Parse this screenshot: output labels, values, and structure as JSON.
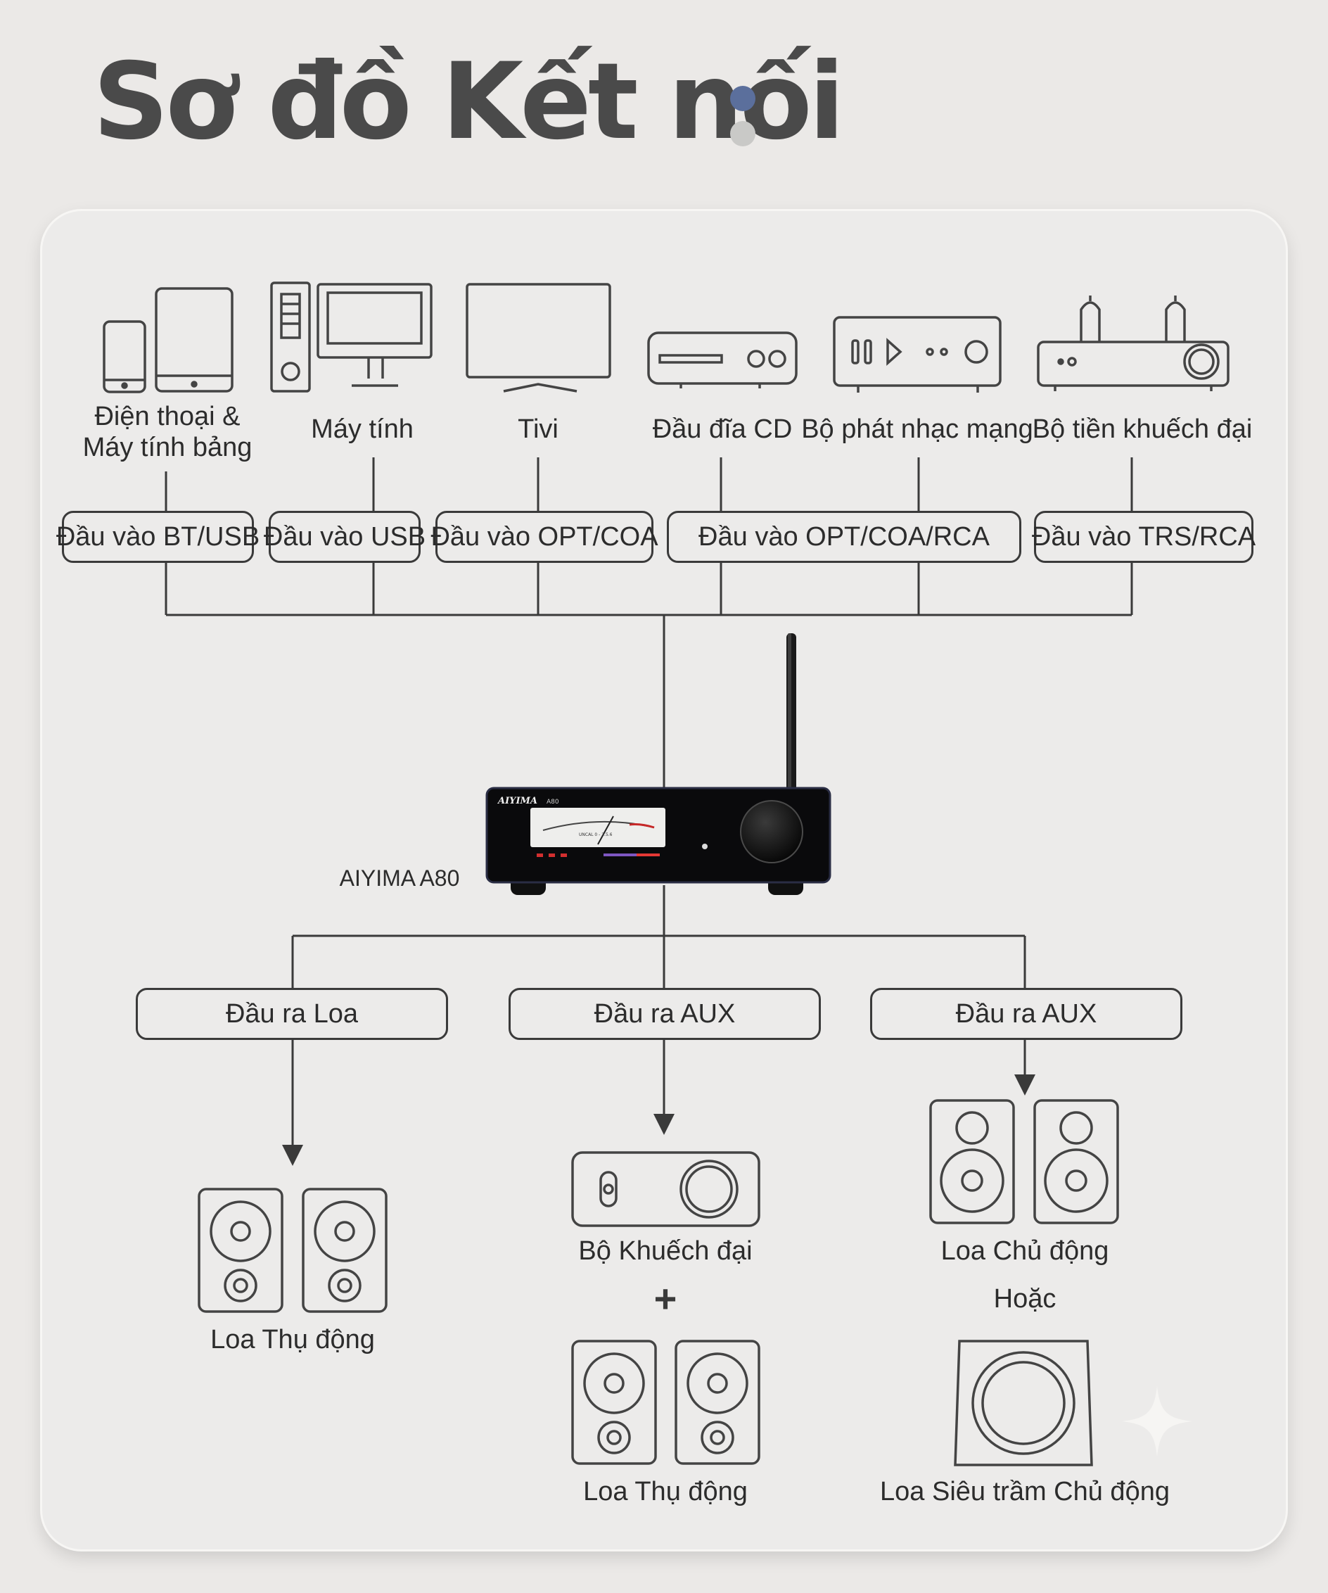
{
  "title": "Sơ đồ Kết nối",
  "colors": {
    "accent_dot": "#5b6f9c",
    "muted_dot": "#c9c9c7",
    "line": "#3a3a3a",
    "card": "#ecebea"
  },
  "sources": [
    {
      "icon": "phone-tablet-icon",
      "label_line1": "Điện thoại &",
      "label_line2": "Máy tính bảng"
    },
    {
      "icon": "desktop-computer-icon",
      "label": "Máy tính"
    },
    {
      "icon": "tv-icon",
      "label": "Tivi"
    },
    {
      "icon": "cd-player-icon",
      "label": "Đầu đĩa CD"
    },
    {
      "icon": "network-player-icon",
      "label": "Bộ phát nhạc mạng"
    },
    {
      "icon": "tube-preamp-icon",
      "label": "Bộ tiền khuếch đại"
    }
  ],
  "inputs": [
    "Đầu vào BT/USB",
    "Đầu vào USB",
    "Đầu vào OPT/COA",
    "Đầu vào OPT/COA/RCA",
    "Đầu vào TRS/RCA"
  ],
  "device": {
    "name": "AIYIMA A80",
    "brand": "AIYIMA",
    "model": "A80",
    "vu_text": "UNCAL 0 - 2.5.6"
  },
  "outputs": [
    "Đầu ra Loa",
    "Đầu ra AUX",
    "Đầu ra AUX"
  ],
  "targets": {
    "passive_speakers": "Loa Thụ động",
    "amplifier": "Bộ Khuếch đại",
    "plus": "+",
    "passive_speakers_2": "Loa Thụ động",
    "active_speakers": "Loa Chủ động",
    "or": "Hoặc",
    "active_subwoofer": "Loa Siêu trầm Chủ động"
  }
}
